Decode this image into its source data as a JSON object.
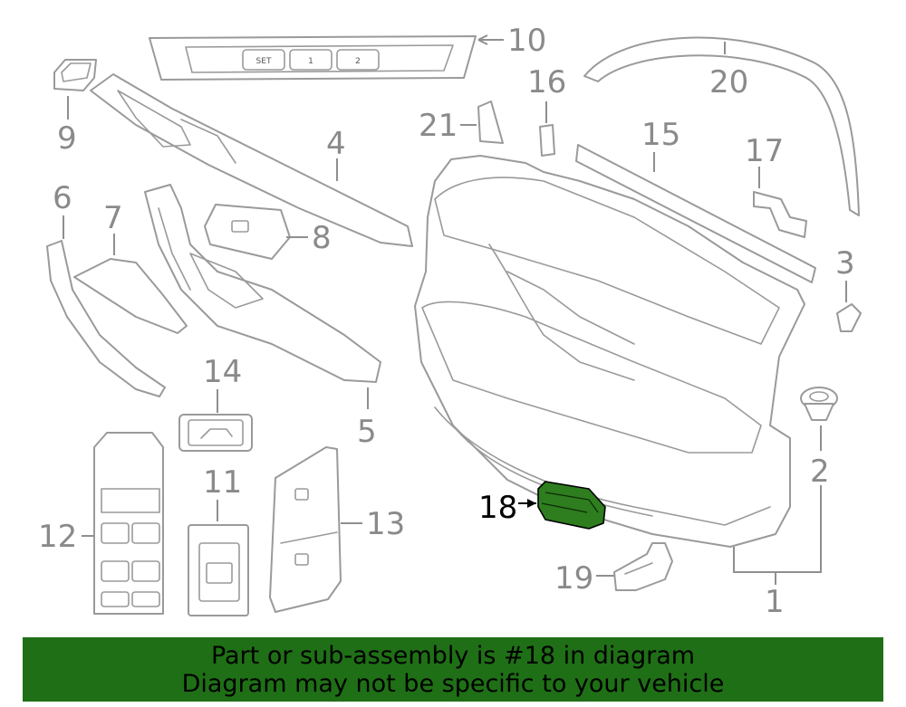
{
  "diagram": {
    "callouts": {
      "c1": "1",
      "c2": "2",
      "c3": "3",
      "c4": "4",
      "c5": "5",
      "c6": "6",
      "c7": "7",
      "c8": "8",
      "c9": "9",
      "c10": "10",
      "c11": "11",
      "c12": "12",
      "c13": "13",
      "c14": "14",
      "c15": "15",
      "c16": "16",
      "c17": "17",
      "c18": "18",
      "c19": "19",
      "c20": "20",
      "c21": "21"
    },
    "highlighted_part": "18",
    "buttons": {
      "set": "SET",
      "one": "1",
      "two": "2"
    },
    "colors": {
      "highlight": "#2e7d1f",
      "banner": "#1f6f16",
      "line": "#9a9a9a"
    }
  },
  "banner": {
    "line1": "Part or sub-assembly is #18 in diagram",
    "line2": "Diagram may not be specific to your vehicle"
  }
}
